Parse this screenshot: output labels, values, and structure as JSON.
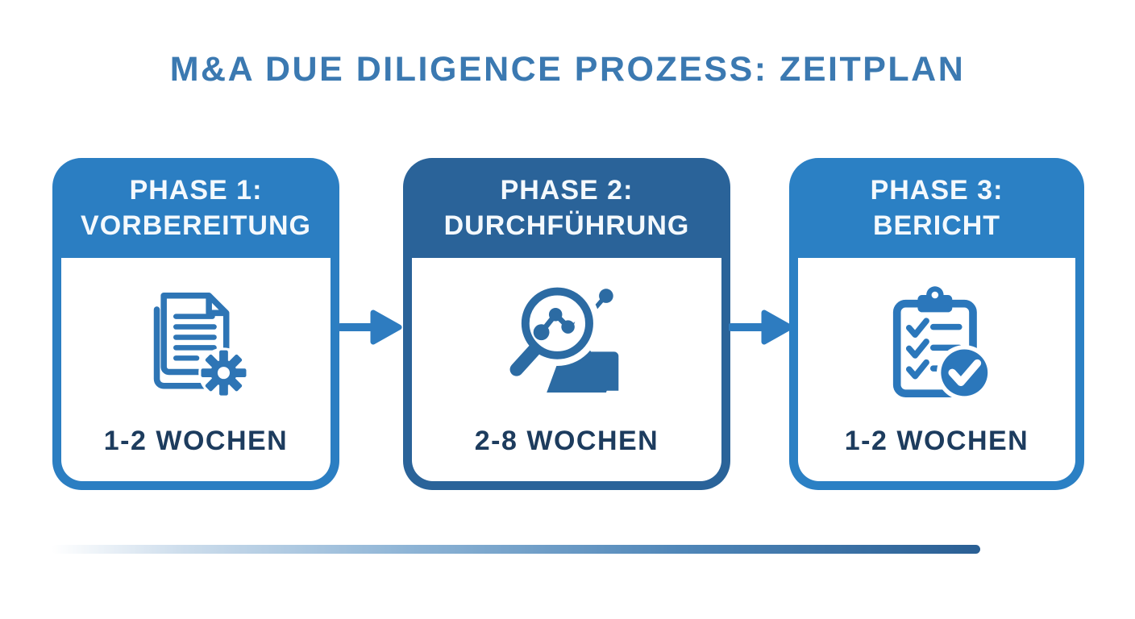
{
  "title": "M&A DUE DILIGENCE PROZESS: ZEITPLAN",
  "colors": {
    "title_text": "#3b79b1",
    "duration_text": "#1d3c5e",
    "phase1_primary": "#2b7ec2",
    "phase2_primary": "#2a6399",
    "phase3_primary": "#2b80c4",
    "header_text": "#f4f9fd",
    "arrow": "#2e7cc0",
    "bar_gradient_start": "#ffffff",
    "bar_gradient_mid": "#8fb5d6",
    "bar_gradient_end": "#2a5f94"
  },
  "phases": [
    {
      "title_line1": "PHASE 1:",
      "title_line2": "VORBEREITUNG",
      "duration": "1-2 WOCHEN",
      "icon": "documents-gear-icon"
    },
    {
      "title_line1": "PHASE 2:",
      "title_line2": "DURCHFÜHRUNG",
      "duration": "2-8 WOCHEN",
      "icon": "magnifier-chart-folder-icon"
    },
    {
      "title_line1": "PHASE 3:",
      "title_line2": "BERICHT",
      "duration": "1-2 WOCHEN",
      "icon": "clipboard-checklist-icon"
    }
  ],
  "connectors": [
    {
      "type": "arrow-right"
    },
    {
      "type": "arrow-right"
    }
  ]
}
